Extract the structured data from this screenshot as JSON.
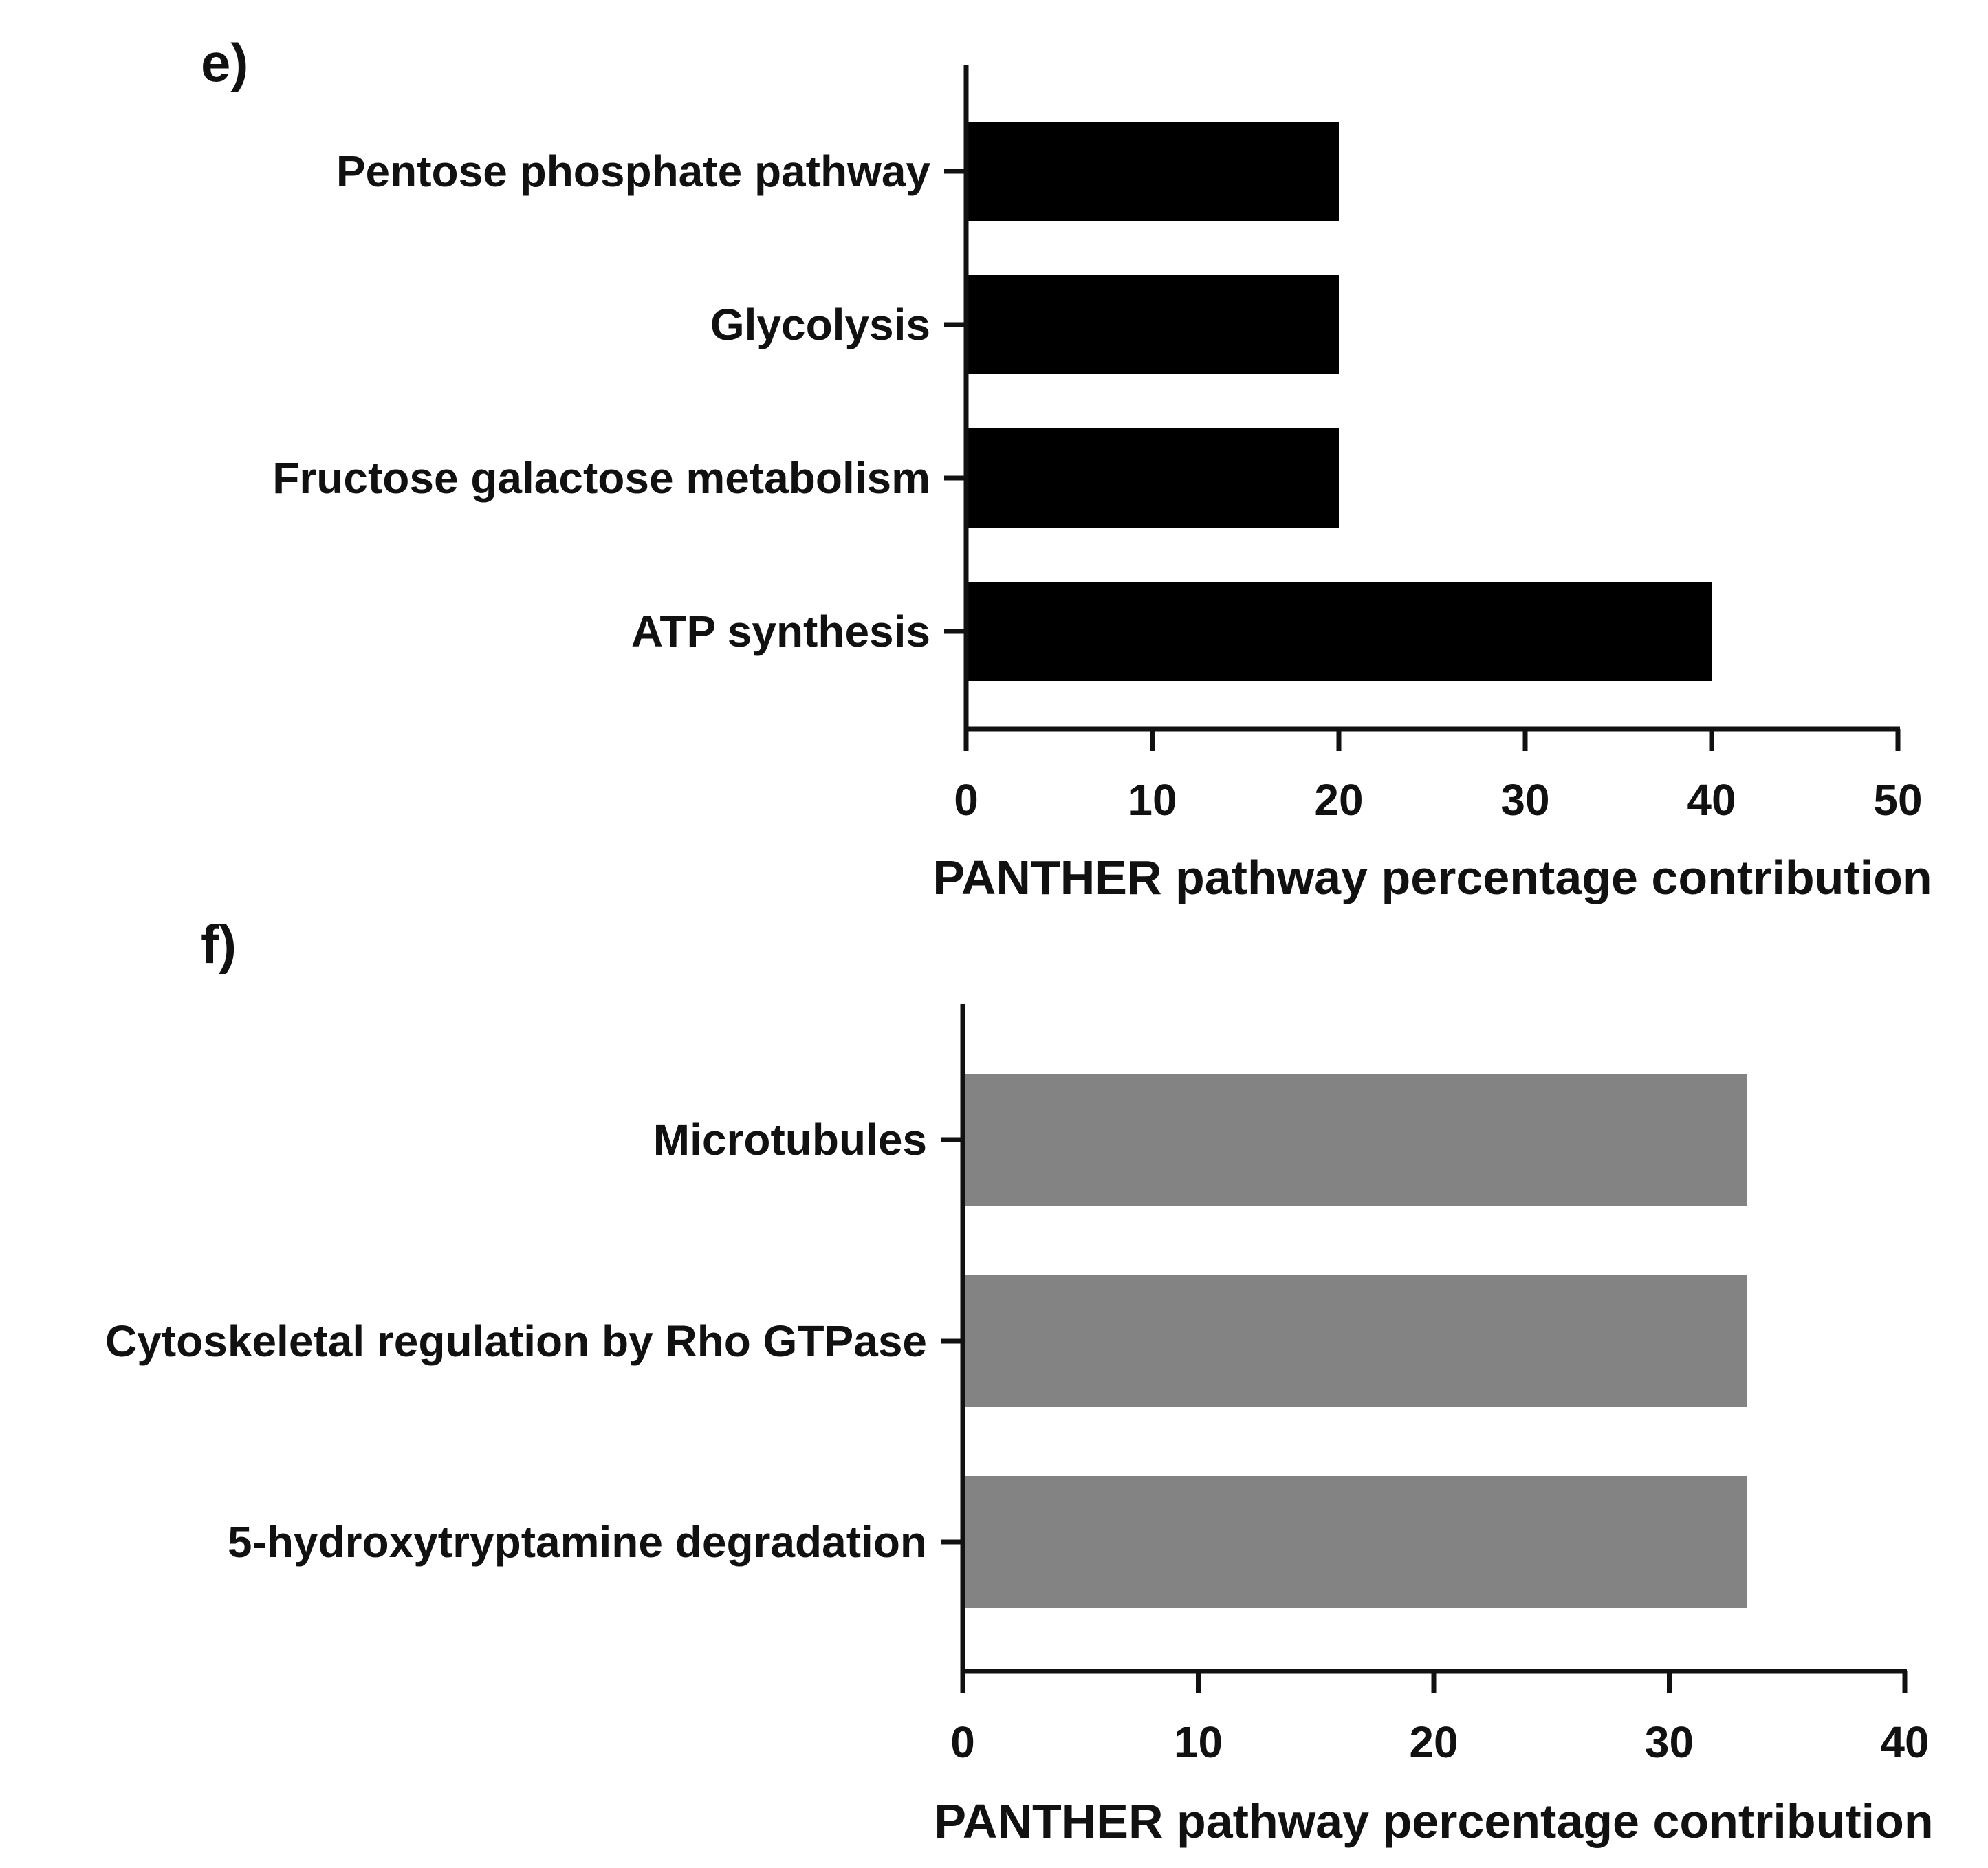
{
  "chart_data": [
    {
      "type": "bar",
      "orientation": "horizontal",
      "panel_label": "e)",
      "categories": [
        "Pentose phosphate pathway",
        "Glycolysis",
        "Fructose galactose metabolism",
        "ATP synthesis"
      ],
      "values": [
        20,
        20,
        20,
        40
      ],
      "xlabel": "PANTHER pathway percentage contribution",
      "xlim": [
        0,
        50
      ],
      "xticks": [
        "0",
        "10",
        "20",
        "30",
        "40",
        "50"
      ],
      "grid": false,
      "bar_color": "#000000"
    },
    {
      "type": "bar",
      "orientation": "horizontal",
      "panel_label": "f)",
      "categories": [
        "Microtubules",
        "Cytoskeletal regulation by Rho GTPase",
        "5-hydroxytryptamine degradation"
      ],
      "values": [
        33.3,
        33.3,
        33.3
      ],
      "xlabel": "PANTHER pathway percentage contribution",
      "xlim": [
        0,
        40
      ],
      "xticks": [
        "0",
        "10",
        "20",
        "30",
        "40"
      ],
      "grid": false,
      "bar_color": "#838383"
    }
  ]
}
